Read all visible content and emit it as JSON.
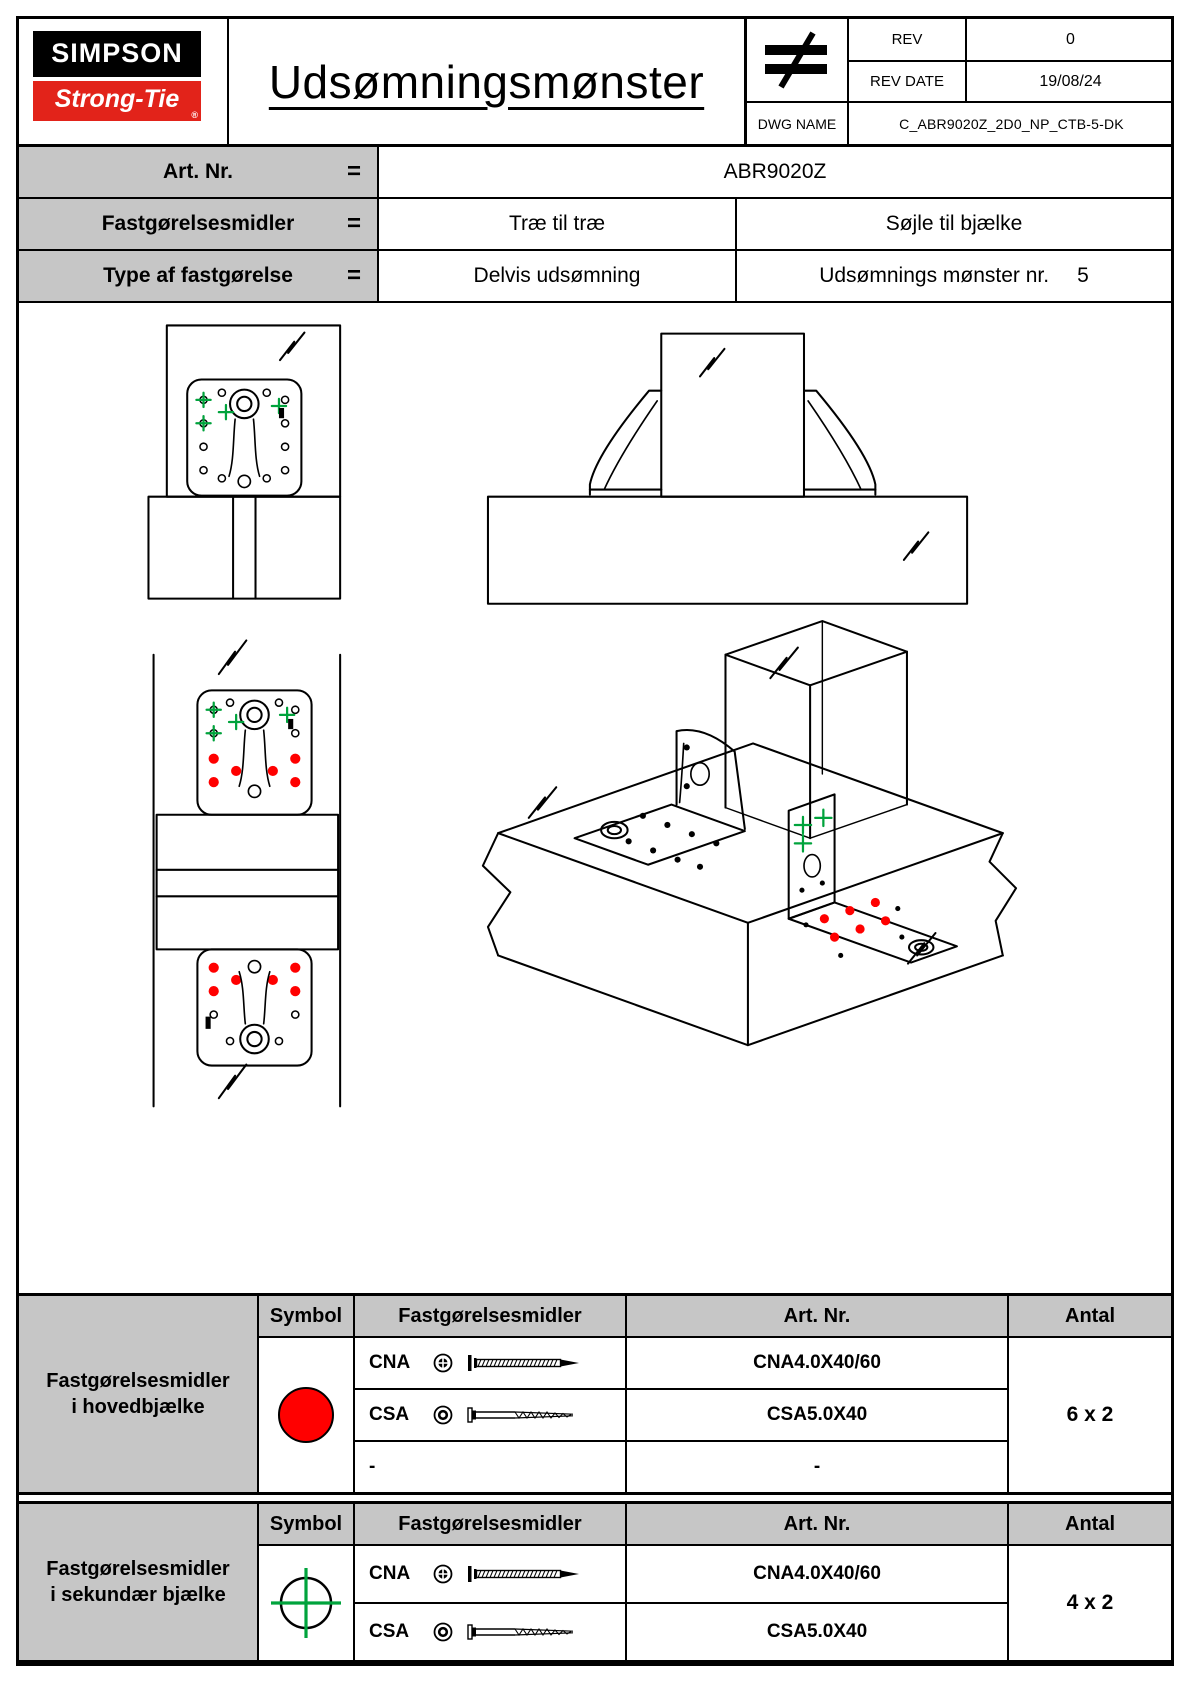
{
  "colors": {
    "accent_red": "#FF0000",
    "accent_green": "#00A33C",
    "brand_red": "#E2231A",
    "table_gray": "#C6C6C6"
  },
  "header": {
    "logo_line1": "SIMPSON",
    "logo_line2": "Strong-Tie",
    "logo_reg_mark": "®",
    "title": "Udsømningsmønster",
    "rev_label": "REV",
    "rev_value": "0",
    "rev_date_label": "REV DATE",
    "rev_date_value": "19/08/24",
    "dwg_name_label": "DWG NAME",
    "dwg_name_value": "C_ABR9020Z_2D0_NP_CTB-5-DK"
  },
  "info": {
    "art_label": "Art. Nr.",
    "art_eq": "=",
    "art_value": "ABR9020Z",
    "fast_label": "Fastgørelsesmidler",
    "fast_eq": "=",
    "fast_value1": "Træ til træ",
    "fast_value2": "Søjle til bjælke",
    "type_label": "Type af fastgørelse",
    "type_eq": "=",
    "type_value1": "Delvis udsømning",
    "type_value2_label": "Udsømnings mønster nr.",
    "type_value2_number": "5"
  },
  "table1": {
    "row_label_line1": "Fastgørelsesmidler",
    "row_label_line2": "i hovedbjælke",
    "col_symbol": "Symbol",
    "col_fastener": "Fastgørelsesmidler",
    "col_art": "Art. Nr.",
    "col_qty": "Antal",
    "symbol": "red-dot",
    "rows": [
      {
        "code": "CNA",
        "art": "CNA4.0X40/60"
      },
      {
        "code": "CSA",
        "art": "CSA5.0X40"
      },
      {
        "code": "-",
        "art": "-"
      }
    ],
    "qty": "6 x 2"
  },
  "table2": {
    "row_label_line1": "Fastgørelsesmidler",
    "row_label_line2": "i sekundær bjælke",
    "col_symbol": "Symbol",
    "col_fastener": "Fastgørelsesmidler",
    "col_art": "Art. Nr.",
    "col_qty": "Antal",
    "symbol": "green-crosshair",
    "rows": [
      {
        "code": "CNA",
        "art": "CNA4.0X40/60"
      },
      {
        "code": "CSA",
        "art": "CSA5.0X40"
      }
    ],
    "qty": "4 x 2"
  }
}
